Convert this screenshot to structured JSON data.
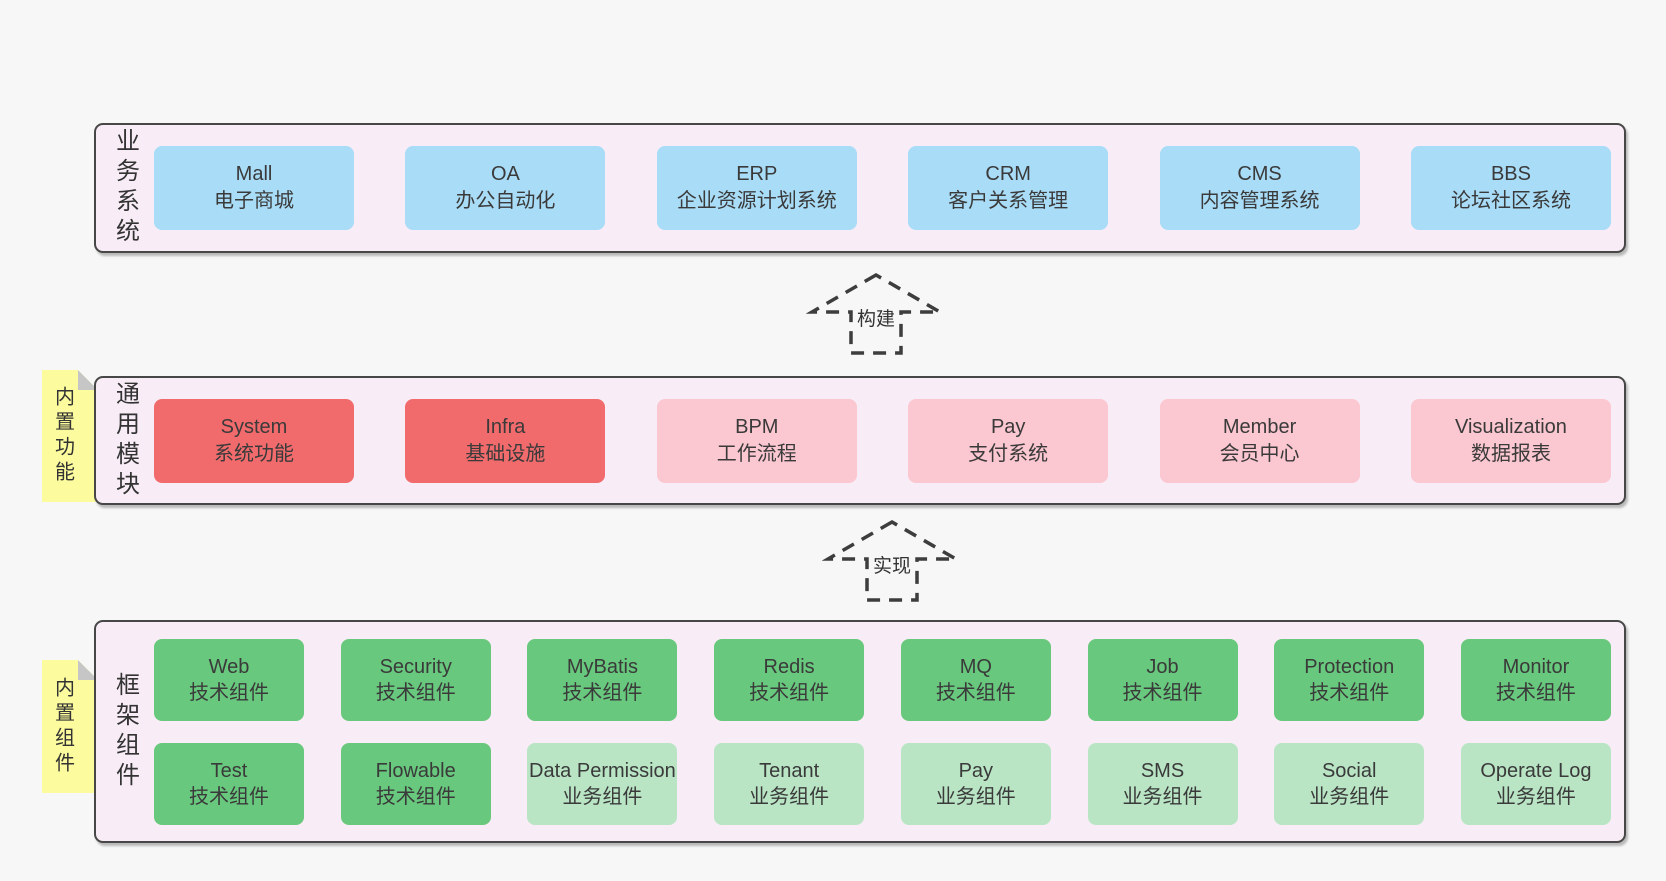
{
  "colors": {
    "pageBg": "#f7f7f7",
    "layerBg": "#f8edf6",
    "layerBorder": "#474747",
    "blue": "#a9dcf7",
    "red": "#f16b6d",
    "pink": "#fbc7d0",
    "green": "#68c87d",
    "lightgreen": "#b9e5c5",
    "note": "#fcfc9e",
    "fold": "#c6c6c6",
    "arrow": "#3d3d3d",
    "text": "#3a3a3a"
  },
  "arrows": [
    {
      "label": "构建"
    },
    {
      "label": "实现"
    }
  ],
  "layers": [
    {
      "side_label": "业务系统",
      "rows": [
        [
          {
            "title": "Mall",
            "subtitle": "电子商城",
            "variant": "blue"
          },
          {
            "title": "OA",
            "subtitle": "办公自动化",
            "variant": "blue"
          },
          {
            "title": "ERP",
            "subtitle": "企业资源计划系统",
            "variant": "blue"
          },
          {
            "title": "CRM",
            "subtitle": "客户关系管理",
            "variant": "blue"
          },
          {
            "title": "CMS",
            "subtitle": "内容管理系统",
            "variant": "blue"
          },
          {
            "title": "BBS",
            "subtitle": "论坛社区系统",
            "variant": "blue"
          }
        ]
      ]
    },
    {
      "side_label": "通用模块",
      "note": "内置功能",
      "rows": [
        [
          {
            "title": "System",
            "subtitle": "系统功能",
            "variant": "red"
          },
          {
            "title": "Infra",
            "subtitle": "基础设施",
            "variant": "red"
          },
          {
            "title": "BPM",
            "subtitle": "工作流程",
            "variant": "pink"
          },
          {
            "title": "Pay",
            "subtitle": "支付系统",
            "variant": "pink"
          },
          {
            "title": "Member",
            "subtitle": "会员中心",
            "variant": "pink"
          },
          {
            "title": "Visualization",
            "subtitle": "数据报表",
            "variant": "pink"
          }
        ]
      ]
    },
    {
      "side_label": "框架组件",
      "note": "内置组件",
      "rows": [
        [
          {
            "title": "Web",
            "subtitle": "技术组件",
            "variant": "green"
          },
          {
            "title": "Security",
            "subtitle": "技术组件",
            "variant": "green"
          },
          {
            "title": "MyBatis",
            "subtitle": "技术组件",
            "variant": "green"
          },
          {
            "title": "Redis",
            "subtitle": "技术组件",
            "variant": "green"
          },
          {
            "title": "MQ",
            "subtitle": "技术组件",
            "variant": "green"
          },
          {
            "title": "Job",
            "subtitle": "技术组件",
            "variant": "green"
          },
          {
            "title": "Protection",
            "subtitle": "技术组件",
            "variant": "green"
          },
          {
            "title": "Monitor",
            "subtitle": "技术组件",
            "variant": "green"
          }
        ],
        [
          {
            "title": "Test",
            "subtitle": "技术组件",
            "variant": "green"
          },
          {
            "title": "Flowable",
            "subtitle": "技术组件",
            "variant": "green"
          },
          {
            "title": "Data Permission",
            "subtitle": "业务组件",
            "variant": "lightgreen"
          },
          {
            "title": "Tenant",
            "subtitle": "业务组件",
            "variant": "lightgreen"
          },
          {
            "title": "Pay",
            "subtitle": "业务组件",
            "variant": "lightgreen"
          },
          {
            "title": "SMS",
            "subtitle": "业务组件",
            "variant": "lightgreen"
          },
          {
            "title": "Social",
            "subtitle": "业务组件",
            "variant": "lightgreen"
          },
          {
            "title": "Operate Log",
            "subtitle": "业务组件",
            "variant": "lightgreen"
          }
        ]
      ]
    }
  ]
}
